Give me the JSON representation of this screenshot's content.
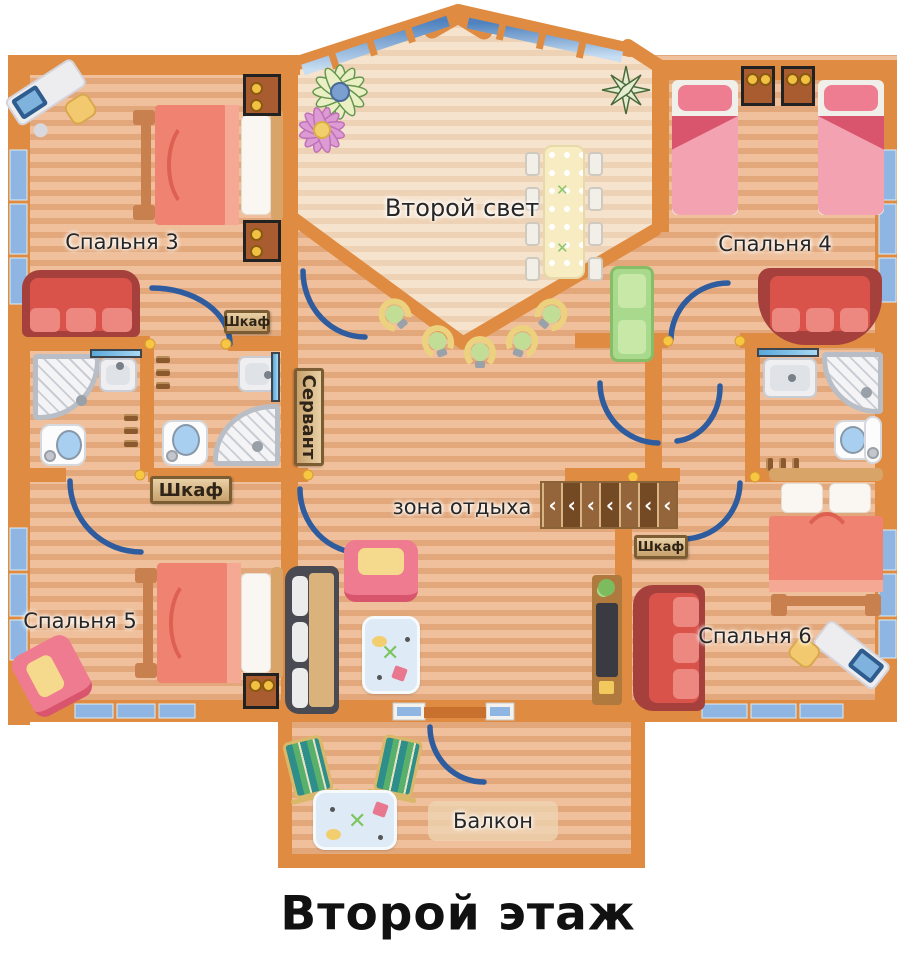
{
  "title": "Второй этаж",
  "rooms": {
    "bedroom3": {
      "label": "Спальня 3"
    },
    "second_light": {
      "label": "Второй свет"
    },
    "bedroom4": {
      "label": "Спальня 4"
    },
    "bedroom5": {
      "label": "Спальня 5"
    },
    "bedroom6": {
      "label": "Спальня 6"
    },
    "relax_zone": {
      "label": "зона отдыха"
    },
    "balcony": {
      "label": "Балкон"
    }
  },
  "plaques": {
    "wardrobe_top": "Шкаф",
    "wardrobe_mid": "Шкаф",
    "wardrobe_right": "Шкаф",
    "sideboard": "Сервант"
  },
  "icons": {
    "stair-arrow": "‹",
    "table-cross": "✕"
  },
  "colors": {
    "wall": "#e08b42",
    "floor_stripe_a": "#efc09b",
    "floor_stripe_b": "#e2a87c",
    "floor_light_a": "#f6e3ce",
    "floor_light_b": "#edd2b6",
    "door_arc": "#2e5c9e",
    "window_blue": "#8fb6e2",
    "hinge_dot": "#f7c743",
    "bed_coral": "#ef8270",
    "bed_pink": "#f2a2b1",
    "sofa_red": "#d9534a",
    "sofa_green": "#a9d98c"
  }
}
